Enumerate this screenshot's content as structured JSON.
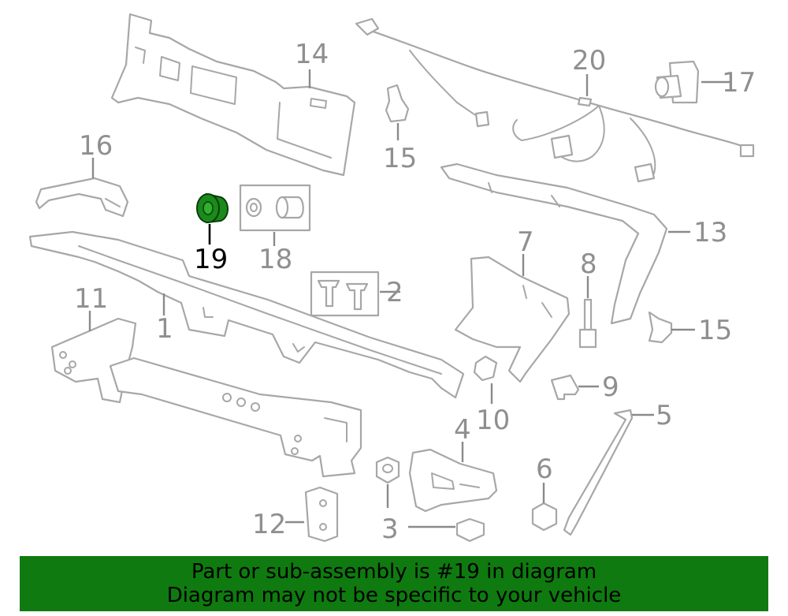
{
  "diagram": {
    "callouts": {
      "c1": "1",
      "c2": "2",
      "c3": "3",
      "c4": "4",
      "c5": "5",
      "c6": "6",
      "c7": "7",
      "c8": "8",
      "c9": "9",
      "c10": "10",
      "c11": "11",
      "c12": "12",
      "c13": "13",
      "c14": "14",
      "c15a": "15",
      "c15b": "15",
      "c16": "16",
      "c17": "17",
      "c18": "18",
      "c19": "19",
      "c20": "20"
    },
    "highlighted_part": "19",
    "highlight_color": "#1a8a1a"
  },
  "banner": {
    "line1": "Part or sub-assembly is #19 in diagram",
    "line2": "Diagram may not be specific to your vehicle",
    "background": "#0f7a0f"
  }
}
